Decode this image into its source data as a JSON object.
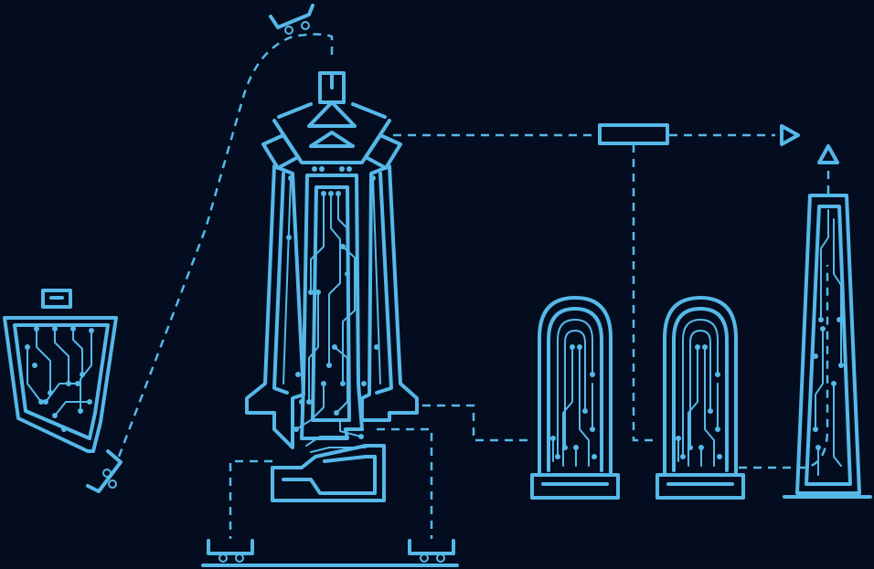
{
  "colors": {
    "background": "#040d1f",
    "line": "#56b8e8",
    "line_dim": "#3d93c6"
  },
  "components": [
    {
      "name": "skip-hoist-car",
      "icon": "skip-car-icon"
    },
    {
      "name": "ore-bunker",
      "icon": "hopper-icon"
    },
    {
      "name": "blast-furnace",
      "icon": "furnace-icon"
    },
    {
      "name": "top-gas-duct",
      "icon": "arrow-right-icon"
    },
    {
      "name": "dust-catcher",
      "icon": "rect-icon"
    },
    {
      "name": "hot-blast-stove-1",
      "icon": "stove-icon"
    },
    {
      "name": "hot-blast-stove-2",
      "icon": "stove-icon"
    },
    {
      "name": "chimney",
      "icon": "stack-icon"
    },
    {
      "name": "hot-metal-ladle-car",
      "icon": "rail-car-icon"
    },
    {
      "name": "slag-ladle-car",
      "icon": "rail-car-icon"
    }
  ]
}
